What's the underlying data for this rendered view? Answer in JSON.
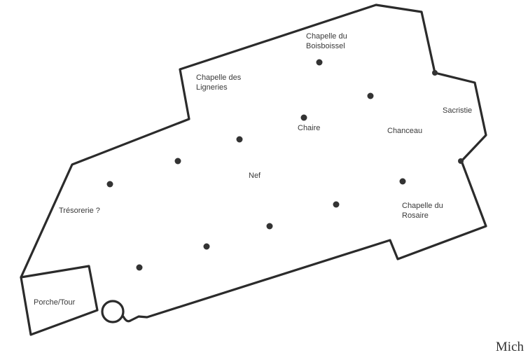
{
  "plan": {
    "labels": {
      "chapelle_boisboissel": [
        "Chapelle du",
        "Boisboissel"
      ],
      "chapelle_ligneries": [
        "Chapelle des",
        "Ligneries"
      ],
      "sacristie": [
        "Sacristie"
      ],
      "chaire": [
        "Chaire"
      ],
      "chanceau": [
        "Chanceau"
      ],
      "nef": [
        "Nef"
      ],
      "tresorerie": [
        "Trésorerie ?"
      ],
      "chapelle_rosaire": [
        "Chapelle du",
        "Rosaire"
      ],
      "porche_tour": [
        "Porche/Tour"
      ]
    },
    "footer_fragment": "Mich",
    "colors": {
      "wall": "#2b2b2b",
      "pillar": "#333333",
      "text": "#3a3a3a"
    }
  }
}
